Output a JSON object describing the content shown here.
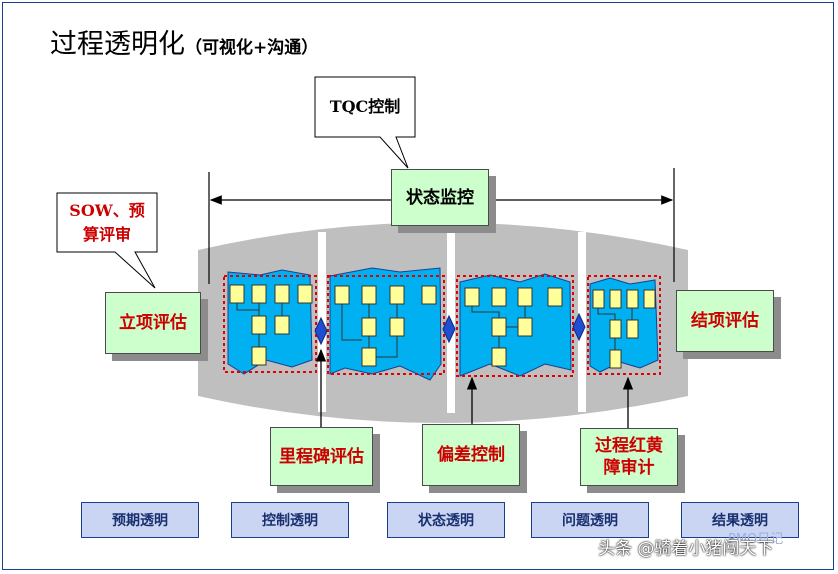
{
  "title": {
    "main": "过程透明化",
    "sub": "（可视化+沟通）"
  },
  "callouts": {
    "tqc": "TQC控制",
    "sow": [
      "SOW、预",
      "算评审"
    ]
  },
  "status_box": "状态监控",
  "project_start": "立项评估",
  "project_end": "结项评估",
  "bottom_green": {
    "milestone": "里程碑评估",
    "deviation": "偏差控制",
    "redyellow": [
      "过程红黄",
      "障审计"
    ]
  },
  "transparency": [
    "预期透明",
    "控制透明",
    "状态透明",
    "问题透明",
    "结果透明"
  ],
  "watermark": {
    "text": "头条 @骑着小猪闯天下",
    "brand": "PMO日记"
  },
  "colors": {
    "green_box": "#ccffcc",
    "red_text": "#cc0000",
    "cyan": "#00b0f0",
    "block_yellow": "#ffff99",
    "blue_box": "#c9d5f2",
    "diamond": "#1f4fd1"
  }
}
